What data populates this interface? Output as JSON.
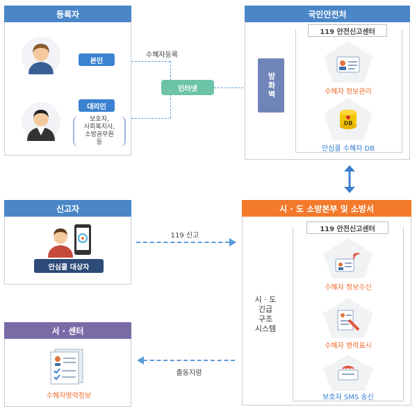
{
  "registrant": {
    "header": "등록자",
    "self_label": "본인",
    "proxy_label": "대리인",
    "proxy_desc": [
      "보호자,",
      "사회복지사,",
      "소방공무원",
      "등"
    ]
  },
  "flow": {
    "register_label": "수혜자등록",
    "internet_label": "인터넷",
    "report_label": "119 신고",
    "dispatch_label": "출동지령"
  },
  "national": {
    "header": "국민안전처",
    "firewall_label": "방화벽",
    "center_label": "119 안전신고센터",
    "item1": "수혜자 정보관리",
    "item2": "안심콜 수혜자 DB",
    "db_text": "DB"
  },
  "reporter": {
    "header": "신고자",
    "target_label": "안심콜 대상자"
  },
  "station": {
    "header": "서 · 센터",
    "item": "수혜자병력정보"
  },
  "fire_hq": {
    "header": "시 · 도 소방본부 및 소방서",
    "center_label": "119 안전신고센터",
    "system_label": [
      "시 · 도",
      "긴급",
      "구조",
      "시스템"
    ],
    "item1": "수혜자 정보수신",
    "item2": "수혜자 병력표시",
    "item3": "보호자 SMS 송신"
  },
  "colors": {
    "blue_header": "#4a86c8",
    "orange_header": "#f3792b",
    "purple_header": "#7a6aa6",
    "tag_blue": "#3b82d0",
    "internet_green": "#6cc3a8",
    "dark_navy": "#2d4a78"
  }
}
